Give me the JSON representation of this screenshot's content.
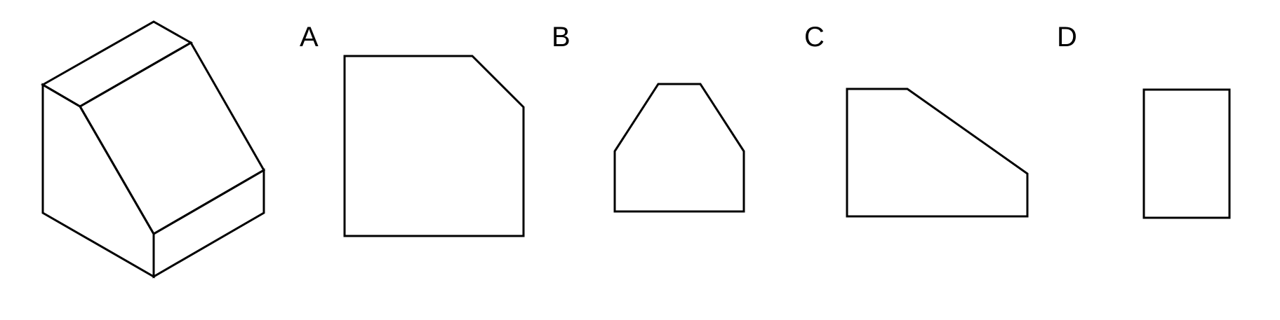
{
  "figure": {
    "solid_name": "isometric-solid",
    "options": [
      {
        "id": "option-a",
        "label": "A"
      },
      {
        "id": "option-b",
        "label": "B"
      },
      {
        "id": "option-c",
        "label": "C"
      },
      {
        "id": "option-d",
        "label": "D"
      }
    ]
  },
  "colors": {
    "stroke": "#000000",
    "background": "#ffffff"
  }
}
